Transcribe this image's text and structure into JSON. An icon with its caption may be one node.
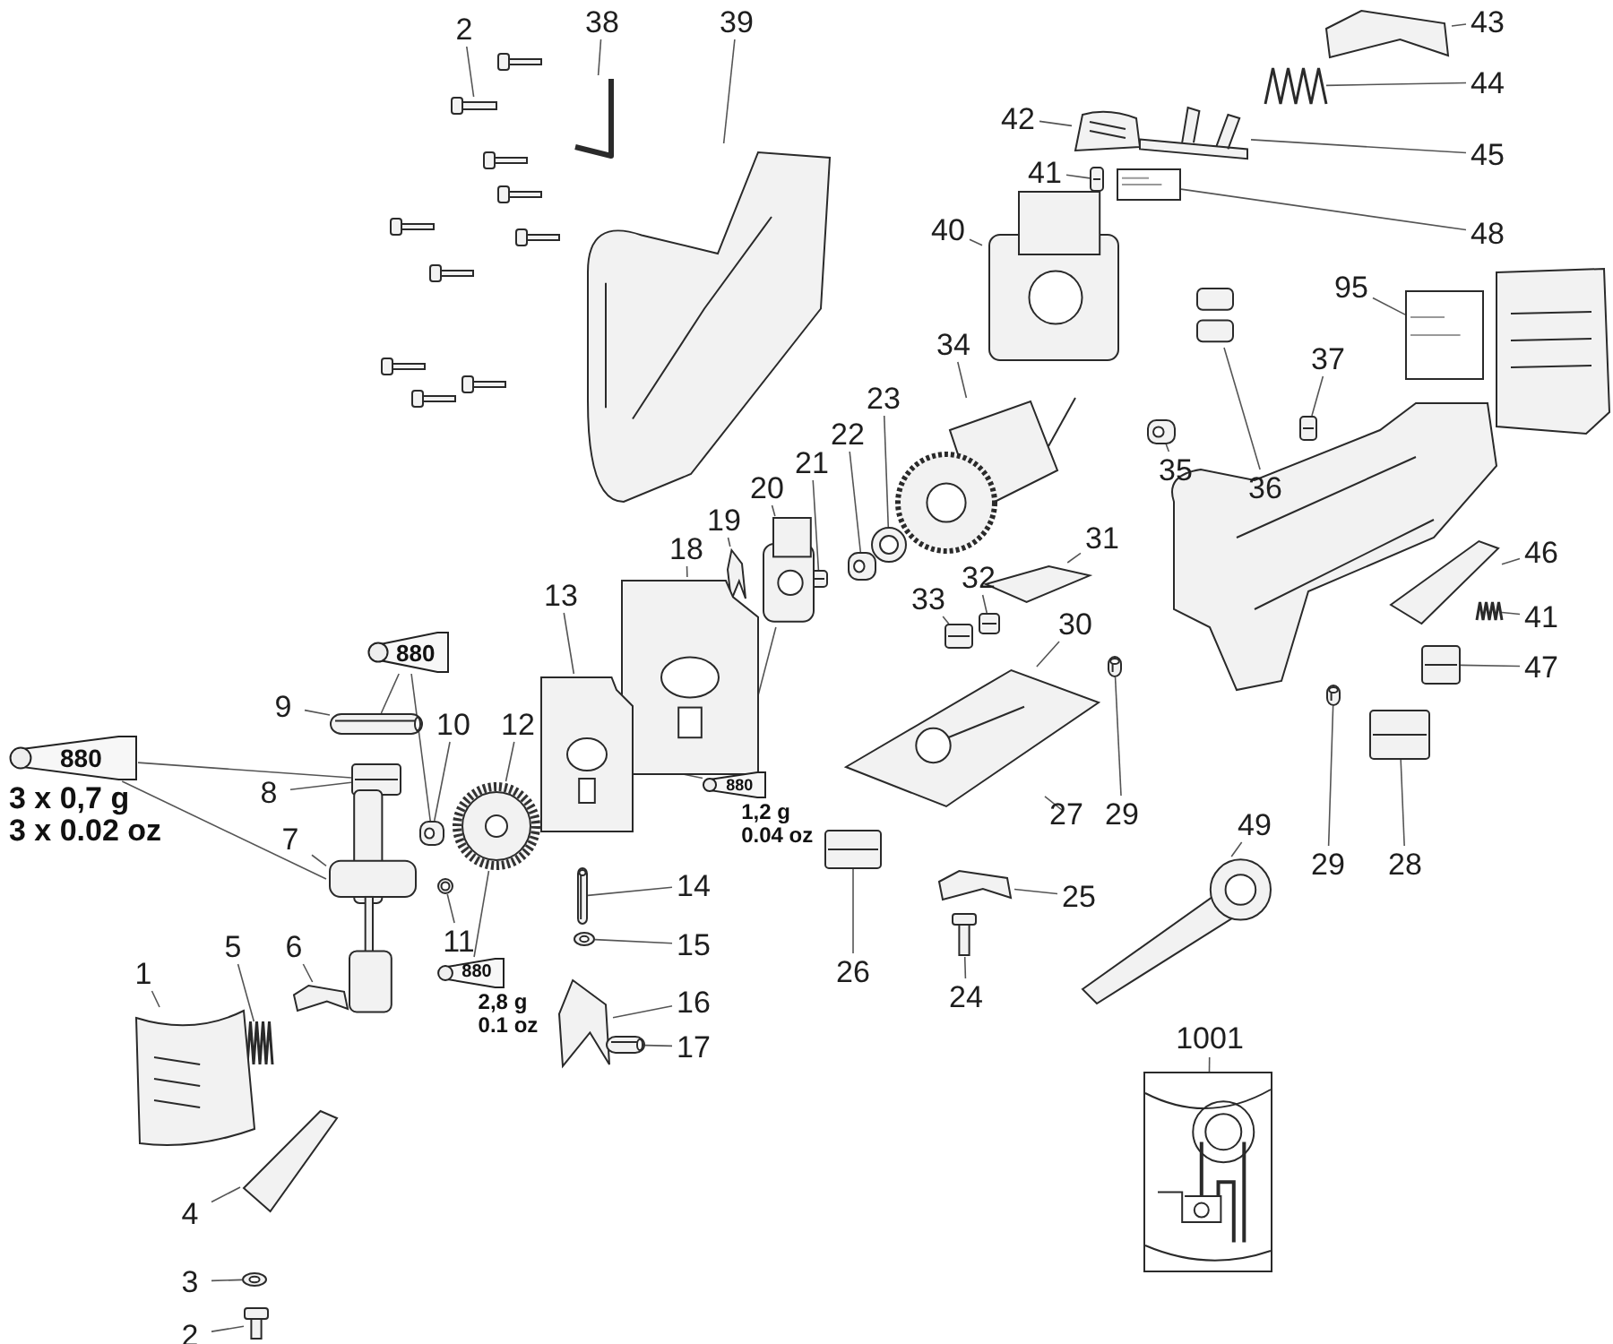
{
  "diagram": {
    "nodes": [
      {
        "text": [
          "2"
        ]
      },
      {
        "text": [],
        "shape": "picture"
      },
      {
        "text": [
          "38"
        ]
      },
      {
        "text": [],
        "shape": "picture"
      },
      {
        "text": [
          "39"
        ]
      },
      {
        "text": [],
        "shape": "picture"
      },
      {
        "text": [
          "43"
        ]
      },
      {
        "text": [],
        "shape": "picture"
      },
      {
        "text": [
          "44"
        ]
      },
      {
        "text": [],
        "shape": "picture"
      },
      {
        "text": [
          "42"
        ]
      },
      {
        "text": [],
        "shape": "picture"
      },
      {
        "text": [
          "45"
        ]
      },
      {
        "text": [],
        "shape": "picture"
      },
      {
        "text": [
          "41"
        ]
      },
      {
        "text": [],
        "shape": "picture"
      },
      {
        "text": [
          "48"
        ]
      },
      {
        "text": [],
        "shape": "picture"
      },
      {
        "text": [
          "40"
        ]
      },
      {
        "text": [],
        "shape": "picture"
      },
      {
        "text": [
          "95"
        ]
      },
      {
        "text": [],
        "shape": "picture"
      },
      {
        "text": [
          "34"
        ]
      },
      {
        "text": [],
        "shape": "picture"
      },
      {
        "text": [
          "35"
        ]
      },
      {
        "text": [],
        "shape": "picture"
      },
      {
        "text": [
          "36"
        ]
      },
      {
        "text": [],
        "shape": "picture"
      },
      {
        "text": [
          "37"
        ]
      },
      {
        "text": [],
        "shape": "picture"
      },
      {
        "text": [
          "23"
        ]
      },
      {
        "text": [],
        "shape": "picture"
      },
      {
        "text": [
          "22"
        ]
      },
      {
        "text": [],
        "shape": "picture"
      },
      {
        "text": [
          "21"
        ]
      },
      {
        "text": [],
        "shape": "picture"
      },
      {
        "text": [
          "20"
        ]
      },
      {
        "text": [],
        "shape": "picture"
      },
      {
        "text": [
          "19"
        ]
      },
      {
        "text": [],
        "shape": "picture"
      },
      {
        "text": [
          "18"
        ]
      },
      {
        "text": [],
        "shape": "picture"
      },
      {
        "text": [
          "13"
        ]
      },
      {
        "text": [],
        "shape": "picture"
      },
      {
        "text": [
          "31"
        ]
      },
      {
        "text": [],
        "shape": "picture"
      },
      {
        "text": [
          "33"
        ]
      },
      {
        "text": [],
        "shape": "picture"
      },
      {
        "text": [
          "32"
        ]
      },
      {
        "text": [],
        "shape": "picture"
      },
      {
        "text": [
          "30"
        ]
      },
      {
        "text": [],
        "shape": "picture"
      },
      {
        "text": [
          "27"
        ]
      },
      {
        "text": [
          "29"
        ]
      },
      {
        "text": [],
        "shape": "picture"
      },
      {
        "text": [
          "26"
        ]
      },
      {
        "text": [],
        "shape": "picture"
      },
      {
        "text": [
          "25"
        ]
      },
      {
        "text": [],
        "shape": "picture"
      },
      {
        "text": [
          "24"
        ]
      },
      {
        "text": [],
        "shape": "picture"
      },
      {
        "text": [
          "49"
        ]
      },
      {
        "text": [],
        "shape": "picture"
      },
      {
        "text": [
          "29"
        ]
      },
      {
        "text": [],
        "shape": "picture"
      },
      {
        "text": [
          "28"
        ]
      },
      {
        "text": [],
        "shape": "picture"
      },
      {
        "text": [
          "47"
        ]
      },
      {
        "text": [],
        "shape": "picture"
      },
      {
        "text": [
          "41"
        ]
      },
      {
        "text": [],
        "shape": "picture"
      },
      {
        "text": [
          "46"
        ]
      },
      {
        "text": [],
        "shape": "picture"
      },
      {
        "text": [
          "1001"
        ]
      },
      {
        "text": [],
        "shape": "picture"
      },
      {
        "text": [
          "9"
        ]
      },
      {
        "text": [],
        "shape": "picture"
      },
      {
        "text": [
          "10"
        ]
      },
      {
        "text": [],
        "shape": "picture"
      },
      {
        "text": [
          "12"
        ]
      },
      {
        "text": [],
        "shape": "picture"
      },
      {
        "text": [
          "8"
        ]
      },
      {
        "text": [],
        "shape": "picture"
      },
      {
        "text": [
          "7"
        ]
      },
      {
        "text": [],
        "shape": "picture"
      },
      {
        "text": [
          "11"
        ]
      },
      {
        "text": [],
        "shape": "picture"
      },
      {
        "text": [
          "14"
        ]
      },
      {
        "text": [],
        "shape": "picture"
      },
      {
        "text": [
          "15"
        ]
      },
      {
        "text": [],
        "shape": "picture"
      },
      {
        "text": [
          "16"
        ]
      },
      {
        "text": [],
        "shape": "picture"
      },
      {
        "text": [
          "17"
        ]
      },
      {
        "text": [],
        "shape": "picture"
      },
      {
        "text": [
          "5"
        ]
      },
      {
        "text": [],
        "shape": "picture"
      },
      {
        "text": [
          "6"
        ]
      },
      {
        "text": [],
        "shape": "picture"
      },
      {
        "text": [
          "1"
        ]
      },
      {
        "text": [],
        "shape": "picture"
      },
      {
        "text": [
          "4"
        ]
      },
      {
        "text": [],
        "shape": "picture"
      },
      {
        "text": [
          "3"
        ]
      },
      {
        "text": [],
        "shape": "picture"
      },
      {
        "text": [
          "2"
        ]
      },
      {
        "text": [],
        "shape": "picture"
      },
      {
        "text": [
          "880"
        ],
        "beside": [
          "3 x 0,7 g",
          "3 x 0.02 oz"
        ]
      },
      {
        "text": [
          "880"
        ]
      },
      {
        "text": [
          "880"
        ],
        "beside": [
          "1,2 g",
          "0.04 oz"
        ]
      },
      {
        "text": [
          "880"
        ],
        "beside": [
          "2,8 g",
          "0.1 oz"
        ]
      }
    ],
    "edges": [
      {
        "from": 0,
        "to": 1,
        "arrow": "none"
      },
      {
        "from": 2,
        "to": 3,
        "arrow": "none"
      },
      {
        "from": 4,
        "to": 5,
        "arrow": "none"
      },
      {
        "from": 6,
        "to": 7,
        "arrow": "none"
      },
      {
        "from": 8,
        "to": 9,
        "arrow": "none"
      },
      {
        "from": 10,
        "to": 11,
        "arrow": "none"
      },
      {
        "from": 12,
        "to": 13,
        "arrow": "none"
      },
      {
        "from": 14,
        "to": 15,
        "arrow": "none"
      },
      {
        "from": 16,
        "to": 17,
        "arrow": "none"
      },
      {
        "from": 18,
        "to": 19,
        "arrow": "none"
      },
      {
        "from": 20,
        "to": 21,
        "arrow": "none"
      },
      {
        "from": 22,
        "to": 23,
        "arrow": "none"
      },
      {
        "from": 24,
        "to": 25,
        "arrow": "none"
      },
      {
        "from": 26,
        "to": 27,
        "arrow": "none"
      },
      {
        "from": 28,
        "to": 29,
        "arrow": "none"
      },
      {
        "from": 30,
        "to": 31,
        "arrow": "none"
      },
      {
        "from": 32,
        "to": 33,
        "arrow": "none"
      },
      {
        "from": 34,
        "to": 35,
        "arrow": "none"
      },
      {
        "from": 36,
        "to": 37,
        "arrow": "none"
      },
      {
        "from": 38,
        "to": 39,
        "arrow": "none"
      },
      {
        "from": 40,
        "to": 41,
        "arrow": "none"
      },
      {
        "from": 42,
        "to": 43,
        "arrow": "none"
      },
      {
        "from": 44,
        "to": 45,
        "arrow": "none"
      },
      {
        "from": 46,
        "to": 47,
        "arrow": "none"
      },
      {
        "from": 48,
        "to": 49,
        "arrow": "none"
      },
      {
        "from": 50,
        "to": 51,
        "arrow": "none"
      },
      {
        "from": 52,
        "to": 51,
        "arrow": "none"
      },
      {
        "from": 53,
        "to": 54,
        "arrow": "none"
      },
      {
        "from": 55,
        "to": 56,
        "arrow": "none"
      },
      {
        "from": 57,
        "to": 58,
        "arrow": "none"
      },
      {
        "from": 59,
        "to": 60,
        "arrow": "none"
      },
      {
        "from": 61,
        "to": 62,
        "arrow": "none"
      },
      {
        "from": 63,
        "to": 64,
        "arrow": "none"
      },
      {
        "from": 65,
        "to": 66,
        "arrow": "none"
      },
      {
        "from": 67,
        "to": 68,
        "arrow": "none"
      },
      {
        "from": 69,
        "to": 70,
        "arrow": "none"
      },
      {
        "from": 71,
        "to": 72,
        "arrow": "none"
      },
      {
        "from": 73,
        "to": 74,
        "arrow": "none"
      },
      {
        "from": 75,
        "to": 76,
        "arrow": "none"
      },
      {
        "from": 77,
        "to": 78,
        "arrow": "none"
      },
      {
        "from": 79,
        "to": 80,
        "arrow": "none"
      },
      {
        "from": 81,
        "to": 82,
        "arrow": "none"
      },
      {
        "from": 83,
        "to": 84,
        "arrow": "none"
      },
      {
        "from": 85,
        "to": 86,
        "arrow": "none"
      },
      {
        "from": 87,
        "to": 88,
        "arrow": "none"
      },
      {
        "from": 89,
        "to": 90,
        "arrow": "none"
      },
      {
        "from": 91,
        "to": 92,
        "arrow": "none"
      },
      {
        "from": 93,
        "to": 94,
        "arrow": "none"
      },
      {
        "from": 95,
        "to": 96,
        "arrow": "none"
      },
      {
        "from": 97,
        "to": 98,
        "arrow": "none"
      },
      {
        "from": 99,
        "to": 100,
        "arrow": "none"
      },
      {
        "from": 101,
        "to": 102,
        "arrow": "none"
      },
      {
        "from": 103,
        "to": 104,
        "arrow": "none"
      },
      {
        "from": 105,
        "to": 106,
        "arrow": "none"
      },
      {
        "from": 107,
        "to": 82,
        "arrow": "none"
      },
      {
        "from": 107,
        "to": 84,
        "arrow": "none"
      },
      {
        "from": 108,
        "to": 76,
        "arrow": "none"
      },
      {
        "from": 108,
        "to": 78,
        "arrow": "none"
      },
      {
        "from": 109,
        "to": 43,
        "arrow": "none"
      },
      {
        "from": 109,
        "to": 37,
        "arrow": "none"
      },
      {
        "from": 110,
        "to": 80,
        "arrow": "none"
      }
    ]
  }
}
